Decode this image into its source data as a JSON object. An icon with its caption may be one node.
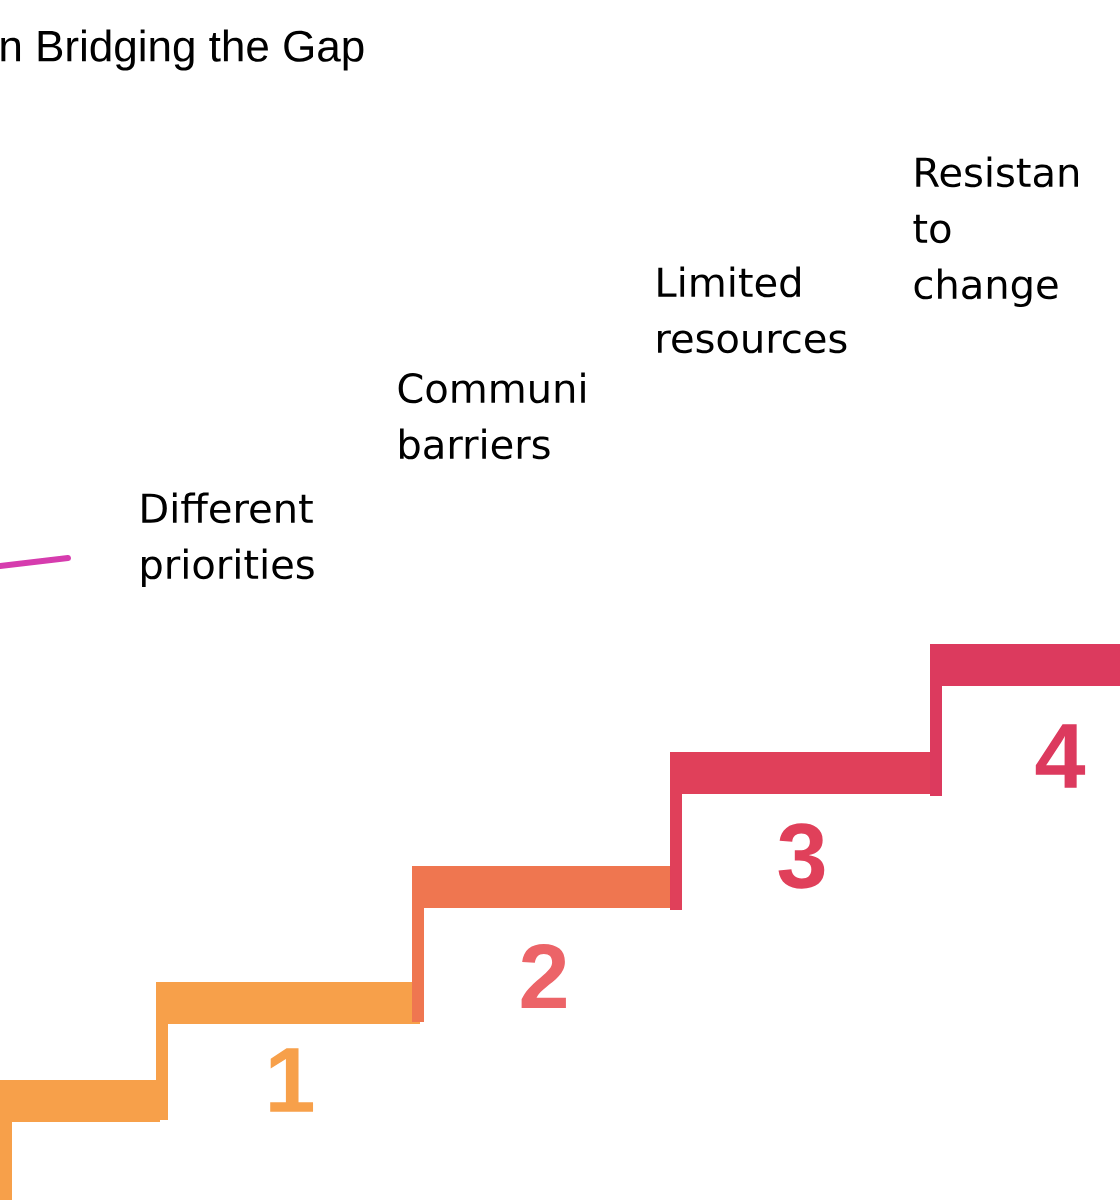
{
  "diagram": {
    "title": "n Bridging the Gap",
    "labels": [
      "Resistan to change",
      "Limited resources",
      "Communi barriers",
      "Different priorities",
      "4",
      "3",
      "2",
      "1"
    ]
  }
}
